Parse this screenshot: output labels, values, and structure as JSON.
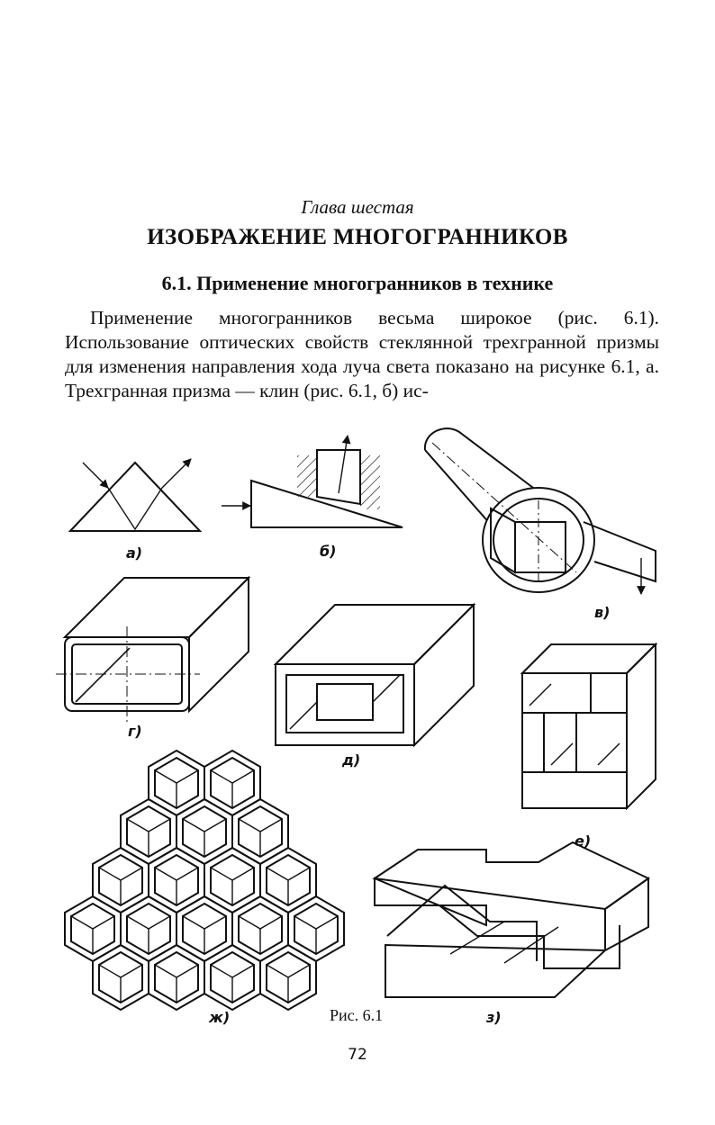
{
  "chapter": {
    "label": "Глава шестая",
    "title": "ИЗОБРАЖЕНИЕ МНОГОГРАННИКОВ"
  },
  "section": {
    "title": "6.1. Применение многогранников в технике"
  },
  "body": {
    "paragraph": "Применение многогранников весьма широкое (рис. 6.1). Использование оптических свойств стеклянной трехгранной призмы для изменения направления хода луча света показано на рисунке 6.1, а. Трехгранная призма — клин (рис. 6.1, б) ис-"
  },
  "figure": {
    "caption": "Рис. 6.1",
    "labels": {
      "a": "а)",
      "b": "б)",
      "v": "в)",
      "g": "г)",
      "d": "д)",
      "e": "е)",
      "zh": "ж)",
      "z": "з)"
    }
  },
  "page_number": "72"
}
